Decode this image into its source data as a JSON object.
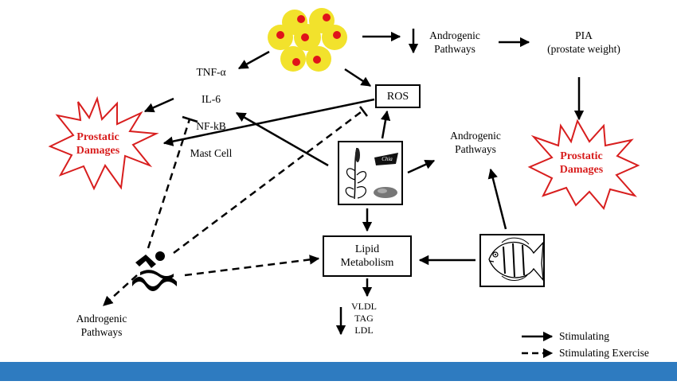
{
  "nodes": {
    "tnf_alpha": "TNF-α",
    "il6": "IL-6",
    "nfkb": "NF-kB",
    "mast_cell": "Mast Cell",
    "ros": "ROS",
    "androgenic_top": "Androgenic\nPathways",
    "pia": "PIA\n(prostate weight)",
    "androgenic_mid": "Androgenic\nPathways",
    "prostatic_damages_left": "Prostatic\nDamages",
    "prostatic_damages_right": "Prostatic\nDamages",
    "lipid_metabolism": "Lipid\nMetabolism",
    "lipids": "VLDL\nTAG\nLDL",
    "androgenic_bottom": "Androgenic\nPathways",
    "chia_label": "Chia"
  },
  "legend": {
    "solid_label": "Stimulating",
    "dashed_label": "Stimulating  Exercise"
  },
  "icons": {
    "fat_cells": "fat-cells-icon",
    "chia_plant": "chia-plant-icon",
    "fish": "fish-icon",
    "swimmer": "swimmer-icon"
  },
  "colors": {
    "damage_text": "#d81e1e",
    "damage_stroke": "#d81e1e",
    "fat_cell": "#f2e22c",
    "fat_nucleus": "#e0131a",
    "bar": "#2e7bc0"
  }
}
